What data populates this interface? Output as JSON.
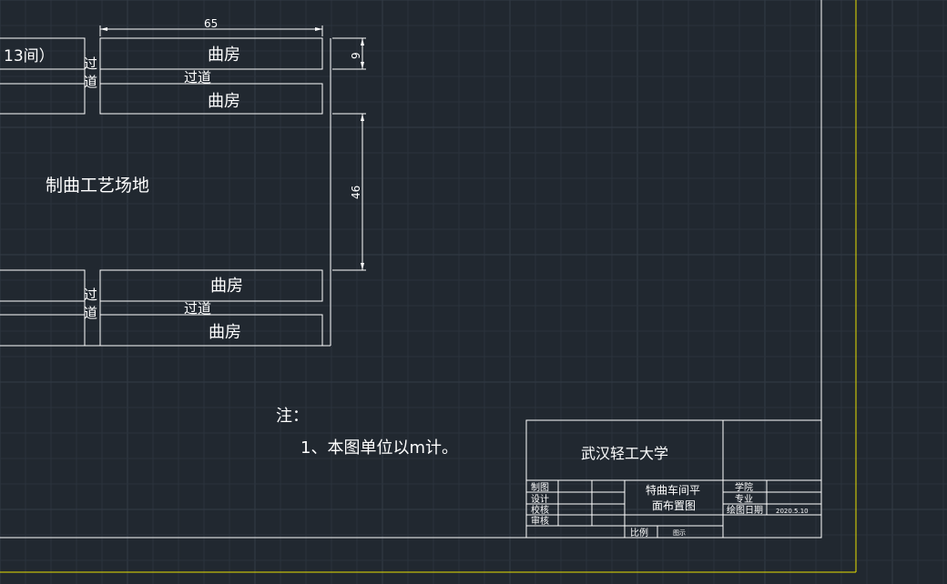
{
  "drawing": {
    "top_room_partial": "13间）",
    "corridor_vertical": "过",
    "corridor_vertical_2": "道",
    "corridor_horizontal": "过道",
    "room_label": "曲房",
    "area_label": "制曲工艺场地",
    "dimensions": {
      "width_top": "65",
      "height_small": "9",
      "height_large": "46"
    }
  },
  "notes": {
    "heading": "注：",
    "item1": "1、本图单位以m计。"
  },
  "title_block": {
    "university": "武汉轻工大学",
    "drawing_title_line1": "特曲车间平",
    "drawing_title_line2": "面布置图",
    "row_labels": [
      "制图",
      "设计",
      "校核",
      "审核"
    ],
    "right_labels": [
      "学院",
      "专业",
      "绘图日期"
    ],
    "date": "2020.5.10",
    "scale_label": "比例",
    "scale_value": "图示"
  },
  "colors": {
    "background": "#212830",
    "grid_minor": "#2a323c",
    "grid_major": "#323b46",
    "lines": "#ffffff",
    "yellow_frame": "#e8e000"
  }
}
